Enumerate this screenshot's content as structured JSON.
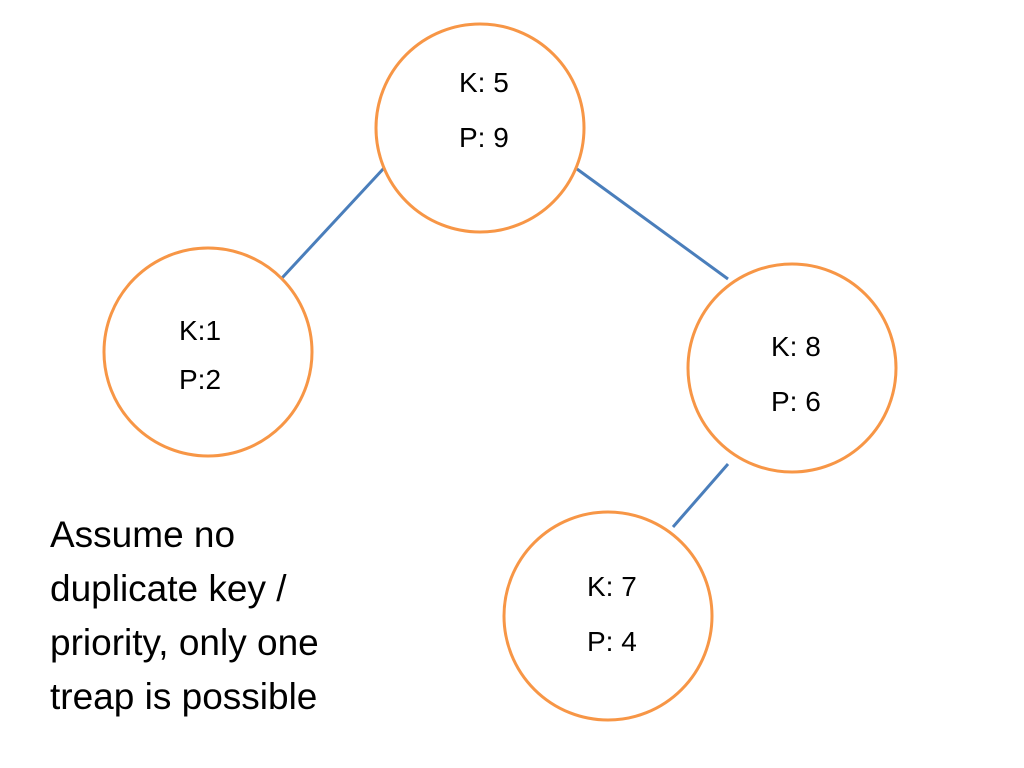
{
  "diagram": {
    "nodes": [
      {
        "id": "n5",
        "key_label": "K: 5",
        "priority_label": "P: 9"
      },
      {
        "id": "n1",
        "key_label": "K:1",
        "priority_label": "P:2"
      },
      {
        "id": "n8",
        "key_label": "K: 8",
        "priority_label": "P: 6"
      },
      {
        "id": "n7",
        "key_label": "K: 7",
        "priority_label": "P: 4"
      }
    ],
    "edges": [
      {
        "from": "n5",
        "to": "n1"
      },
      {
        "from": "n5",
        "to": "n8"
      },
      {
        "from": "n8",
        "to": "n7"
      }
    ],
    "colors": {
      "node_stroke": "#f79646",
      "edge_stroke": "#4a7ebb"
    }
  },
  "note": {
    "lines": [
      "Assume no",
      "duplicate key /",
      "priority,  only one",
      "treap is possible"
    ]
  }
}
